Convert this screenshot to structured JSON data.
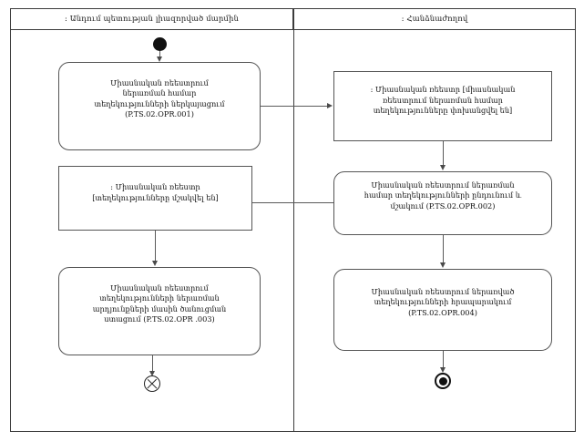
{
  "diagram": {
    "type": "uml-activity-diagram-with-swimlanes",
    "lanes": [
      {
        "id": "lane-member-state",
        "title": ": Անդում պետության լիազորված մարմին"
      },
      {
        "id": "lane-commission",
        "title": ": Հանձնաժողով"
      }
    ],
    "nodes": [
      {
        "id": "initial-node",
        "kind": "initial",
        "lane": "lane-member-state"
      },
      {
        "id": "action-opr-001",
        "kind": "action",
        "lane": "lane-member-state",
        "label": "Միասնական ռեեստրում\nներառման համար\nտեղեկությունների ներկայացում\n(P.TS.02.OPR.001)"
      },
      {
        "id": "object-registry-transferred",
        "kind": "object",
        "lane": "lane-commission",
        "label": ": Միասնական ռեեստր [միասնական\nռեեստրում ներառման համար\nտեղեկությունները փոխանցվել են]"
      },
      {
        "id": "action-opr-002",
        "kind": "action",
        "lane": "lane-commission",
        "label": "Միասնական ռեեստրում ներառման\nհամար տեղեկությունների ընդունում և\nմշակում (P.TS.02.OPR.002)"
      },
      {
        "id": "object-registry-processed",
        "kind": "object",
        "lane": "lane-member-state",
        "label": ": Միասնական ռեեստր\n[տեղեկությունները մշակվել են]"
      },
      {
        "id": "action-opr-003",
        "kind": "action",
        "lane": "lane-member-state",
        "label": "Միասնական ռեեստրում\nտեղեկությունների ներառման\nարդյունքների մասին ծանուցման\nստացում (P.TS.02.OPR .003)"
      },
      {
        "id": "action-opr-004",
        "kind": "action",
        "lane": "lane-commission",
        "label": "Միասնական ռեեստրում ներառված\nտեղեկությունների հրապարակում\n(P.TS.02.OPR.004)"
      },
      {
        "id": "flow-final-node",
        "kind": "flow-final",
        "lane": "lane-member-state"
      },
      {
        "id": "activity-final-node",
        "kind": "activity-final",
        "lane": "lane-commission"
      }
    ],
    "edges": [
      {
        "from": "initial-node",
        "to": "action-opr-001",
        "direction": "down"
      },
      {
        "from": "action-opr-001",
        "to": "object-registry-transferred",
        "direction": "right"
      },
      {
        "from": "object-registry-transferred",
        "to": "action-opr-002",
        "direction": "down"
      },
      {
        "from": "action-opr-002",
        "to": "object-registry-processed",
        "direction": "left"
      },
      {
        "from": "object-registry-processed",
        "to": "action-opr-003",
        "direction": "down"
      },
      {
        "from": "action-opr-003",
        "to": "flow-final-node",
        "direction": "down"
      },
      {
        "from": "action-opr-002",
        "to": "action-opr-004",
        "direction": "down"
      },
      {
        "from": "action-opr-004",
        "to": "activity-final-node",
        "direction": "down"
      }
    ],
    "colors": {
      "stroke": "#3c3c3c",
      "node_stroke": "#555555",
      "edge": "#5a5a5a",
      "text": "#111111",
      "background": "#ffffff"
    }
  }
}
